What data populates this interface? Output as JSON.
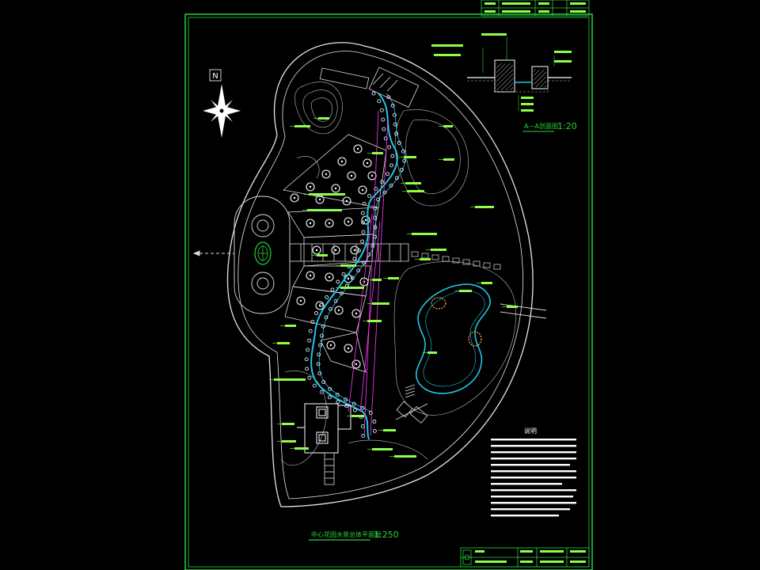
{
  "drawing": {
    "main_title": "中心花园水景总体平面图",
    "main_scale": "1:250",
    "section_title": "A—A剖面图",
    "section_scale": "1:20",
    "north_mark": "N",
    "notes_heading": "说明"
  },
  "colors": {
    "frame": "#27d43a",
    "linework": "#d8d8d8",
    "water": "#21c6e6",
    "stone": "#dfe8ff",
    "leader": "#ff3bff",
    "label": "#8cff4a",
    "background": "#000000"
  }
}
